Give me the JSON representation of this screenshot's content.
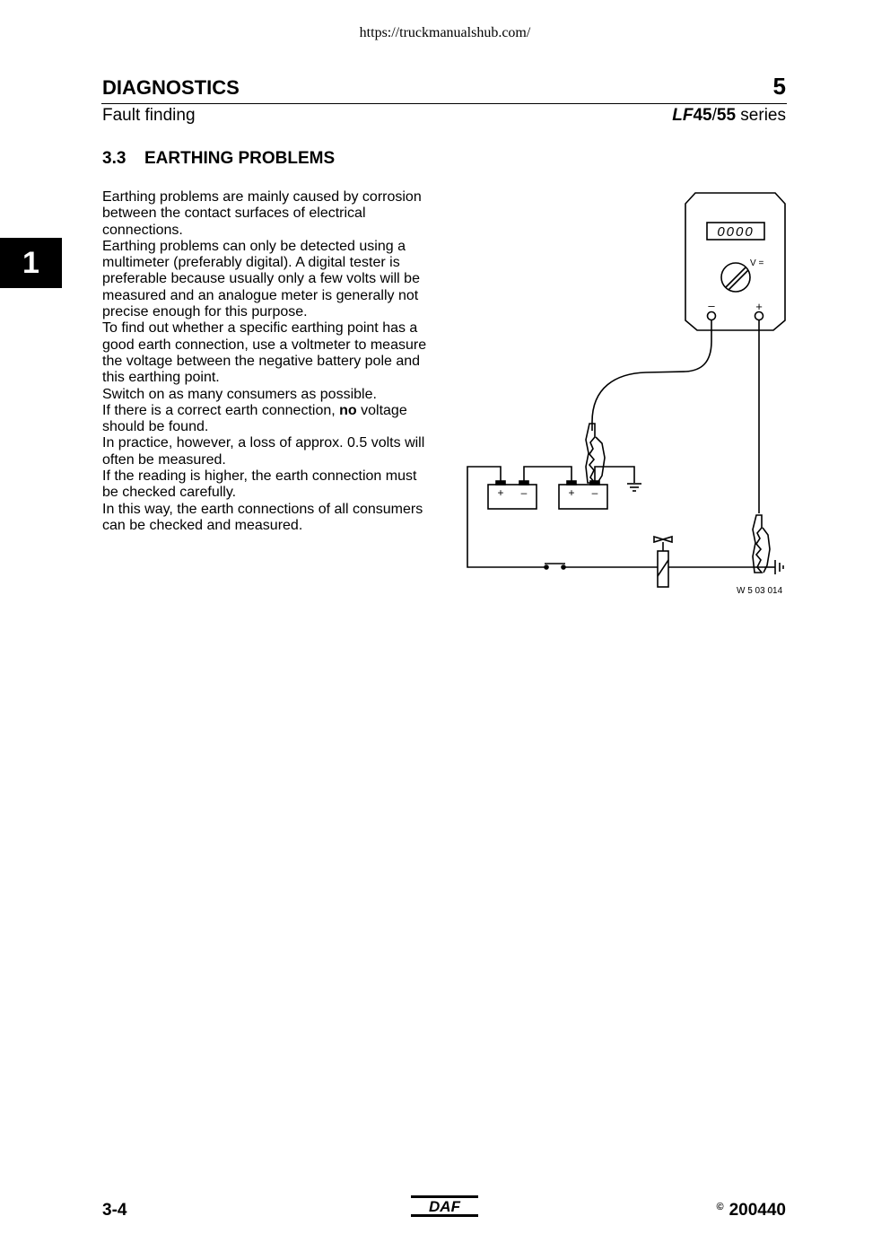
{
  "url": "https://truckmanualshub.com/",
  "header": {
    "title": "DIAGNOSTICS",
    "chapter_number": "5",
    "subtitle": "Fault finding",
    "series_prefix": "LF",
    "series_model": "45",
    "series_sep": "/",
    "series_model2": "55",
    "series_suffix": " series"
  },
  "side_tab": {
    "label": "1"
  },
  "section": {
    "number": "3.3",
    "title": "EARTHING PROBLEMS"
  },
  "body": {
    "p1": "Earthing problems are mainly caused by corrosion between the contact surfaces of electrical connections.",
    "p2": "Earthing problems can only be detected using a multimeter (preferably digital). A digital tester is preferable because usually only a few volts will be measured and an analogue meter is generally not precise enough for this purpose.",
    "p3": "To find out whether a specific earthing point has a good earth connection, use a voltmeter to measure the voltage between the negative battery pole and this earthing point.",
    "p4": "Switch on as many consumers as possible.",
    "p5_a": "If there is a correct earth connection, ",
    "p5_b": "no",
    "p5_c": " voltage should be found.",
    "p6": "In practice, however, a loss of approx. 0.5 volts will often be measured.",
    "p7": "If the reading is higher, the earth connection must be checked carefully.",
    "p8": "In this way, the earth connections of all consumers can be checked and measured."
  },
  "figure": {
    "display": "0000",
    "mode_label": "V =",
    "minus": "–",
    "plus": "+",
    "battery_plus": "+",
    "battery_minus": "–",
    "code": "W 5 03 014"
  },
  "footer": {
    "page": "3-4",
    "logo": "DAF",
    "copyright_symbol": "©",
    "copyright": "200440"
  }
}
